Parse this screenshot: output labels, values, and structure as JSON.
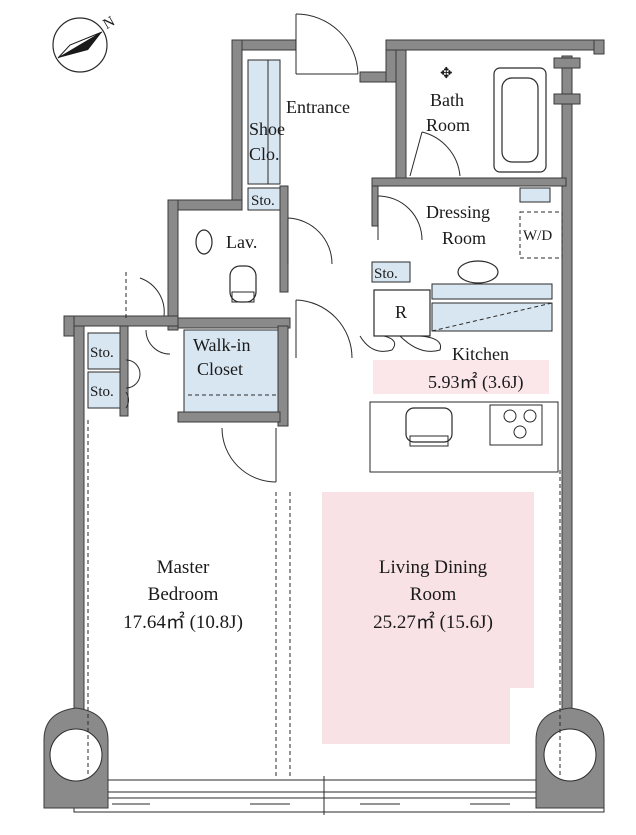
{
  "compass": {
    "label": "N"
  },
  "rooms": {
    "entrance": {
      "label": "Entrance"
    },
    "shoe_closet": {
      "line1": "Shoe",
      "line2": "Clo."
    },
    "bath_room": {
      "line1": "Bath",
      "line2": "Room"
    },
    "dressing_room": {
      "line1": "Dressing",
      "line2": "Room"
    },
    "washer": {
      "label": "W/D"
    },
    "lavatory": {
      "label": "Lav."
    },
    "refrigerator": {
      "label": "R"
    },
    "kitchen": {
      "name": "Kitchen",
      "area": "5.93㎡ (3.6J)"
    },
    "walk_in_closet": {
      "line1": "Walk-in",
      "line2": "Closet"
    },
    "master_bedroom": {
      "line1": "Master",
      "line2": "Bedroom",
      "area": "17.64㎡ (10.8J)"
    },
    "living_dining": {
      "line1": "Living Dining",
      "line2": "Room",
      "area": "25.27㎡ (15.6J)"
    }
  },
  "storage": {
    "entrance_storage": "Sto.",
    "dressing_storage": "Sto.",
    "bedroom_storage_1": "Sto.",
    "bedroom_storage_2": "Sto."
  },
  "colors": {
    "closet_fill": "#d8e6f2",
    "kitchen_highlight": "#fbe6ea",
    "living_highlight": "#f8e2e6",
    "wall": "#8a8a8a"
  }
}
